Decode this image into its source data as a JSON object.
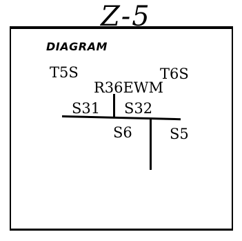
{
  "header": {
    "handwritten_code": "Z-5"
  },
  "diagram": {
    "title": "DIAGRAM",
    "labels": {
      "t5s": "T5S",
      "r36ewm": "R36EWM",
      "t6s": "T6S",
      "s31": "S31",
      "s32": "S32",
      "s6": "S6",
      "s5": "S5"
    }
  }
}
